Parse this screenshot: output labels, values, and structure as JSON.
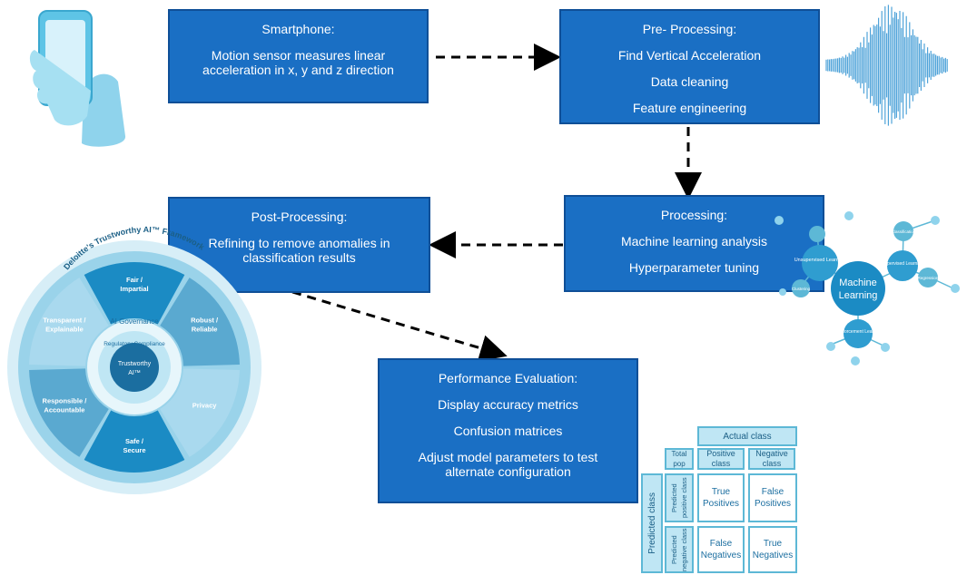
{
  "boxes": {
    "smartphone": {
      "title": "Smartphone:",
      "line1": "Motion sensor measures linear",
      "line2": "acceleration in x, y and z direction"
    },
    "preprocessing": {
      "title": "Pre- Processing:",
      "items": [
        "Find Vertical Acceleration",
        "Data cleaning",
        "Feature engineering"
      ]
    },
    "processing": {
      "title": "Processing:",
      "items": [
        "Machine learning analysis",
        "Hyperparameter tuning"
      ]
    },
    "postprocessing": {
      "title": "Post-Processing:",
      "line1": "Refining to remove anomalies in",
      "line2": "classification results"
    },
    "evaluation": {
      "title": "Performance Evaluation:",
      "items": [
        "Display accuracy metrics",
        "Confusion matrices"
      ],
      "line1": "Adjust model parameters to test",
      "line2": "alternate configuration"
    }
  },
  "framework": {
    "ring_title": "Deloitte's Trustworthy AI™ Framework",
    "segments": [
      "Fair / Impartial",
      "Robust / Reliable",
      "Privacy",
      "Safe / Secure",
      "Responsible / Accountable",
      "Transparent / Explainable"
    ],
    "governance": "AI Governance",
    "compliance": "Regulatory Compliance",
    "center_line1": "Trustworthy",
    "center_line2": "AI™"
  },
  "ml_mindmap": {
    "center_line1": "Machine",
    "center_line2": "Learning",
    "branches": [
      "Unsupervised Learning",
      "Supervised Learning",
      "Reinforcement Learning",
      "Classification",
      "Regression",
      "Clustering"
    ]
  },
  "confusion_matrix": {
    "actual_label": "Actual class",
    "total": "Total pop",
    "positive_class": "Positive class",
    "negative_class": "Negative class",
    "predicted_label": "Predicted class",
    "predicted_positive": "Predicted positive class",
    "predicted_negative": "Predicted negative class",
    "tp": "True Positives",
    "fp": "False Positives",
    "fn": "False Negatives",
    "tn": "True Negatives"
  },
  "colors": {
    "box_fill": "#1a6fc4",
    "box_border": "#0f4f97",
    "accent_light": "#5db8d6",
    "accent_dark": "#1b6ea0"
  }
}
